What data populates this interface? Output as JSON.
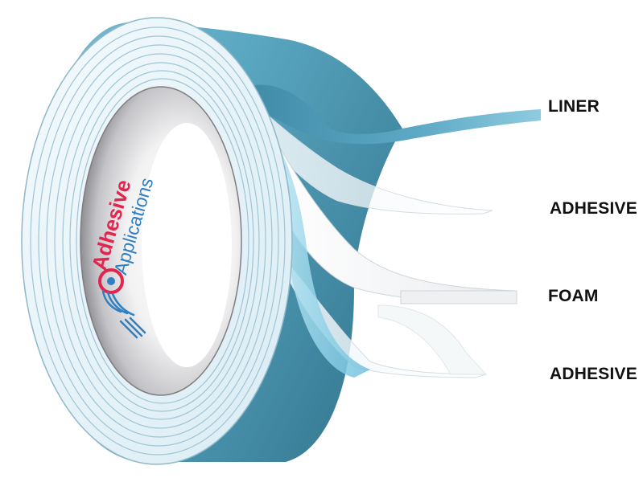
{
  "logo": {
    "line1": "Adhesive",
    "line2": "Applications"
  },
  "layers": {
    "liner": "LINER",
    "adhesive_top": "ADHESIVE",
    "foam": "FOAM",
    "adhesive_bottom": "ADHESIVE"
  },
  "colors": {
    "tape_blue": "#5aa7c2",
    "tape_blue_dark": "#3f8aa6",
    "tape_edge": "#e4f0f6",
    "core_gray": "#9a9a9e",
    "logo_red": "#e1254f",
    "logo_blue": "#2f7fc1",
    "label_text": "#111111"
  },
  "icons": [
    "tape-roll-illustration",
    "adhesive-applications-logo-icon"
  ]
}
